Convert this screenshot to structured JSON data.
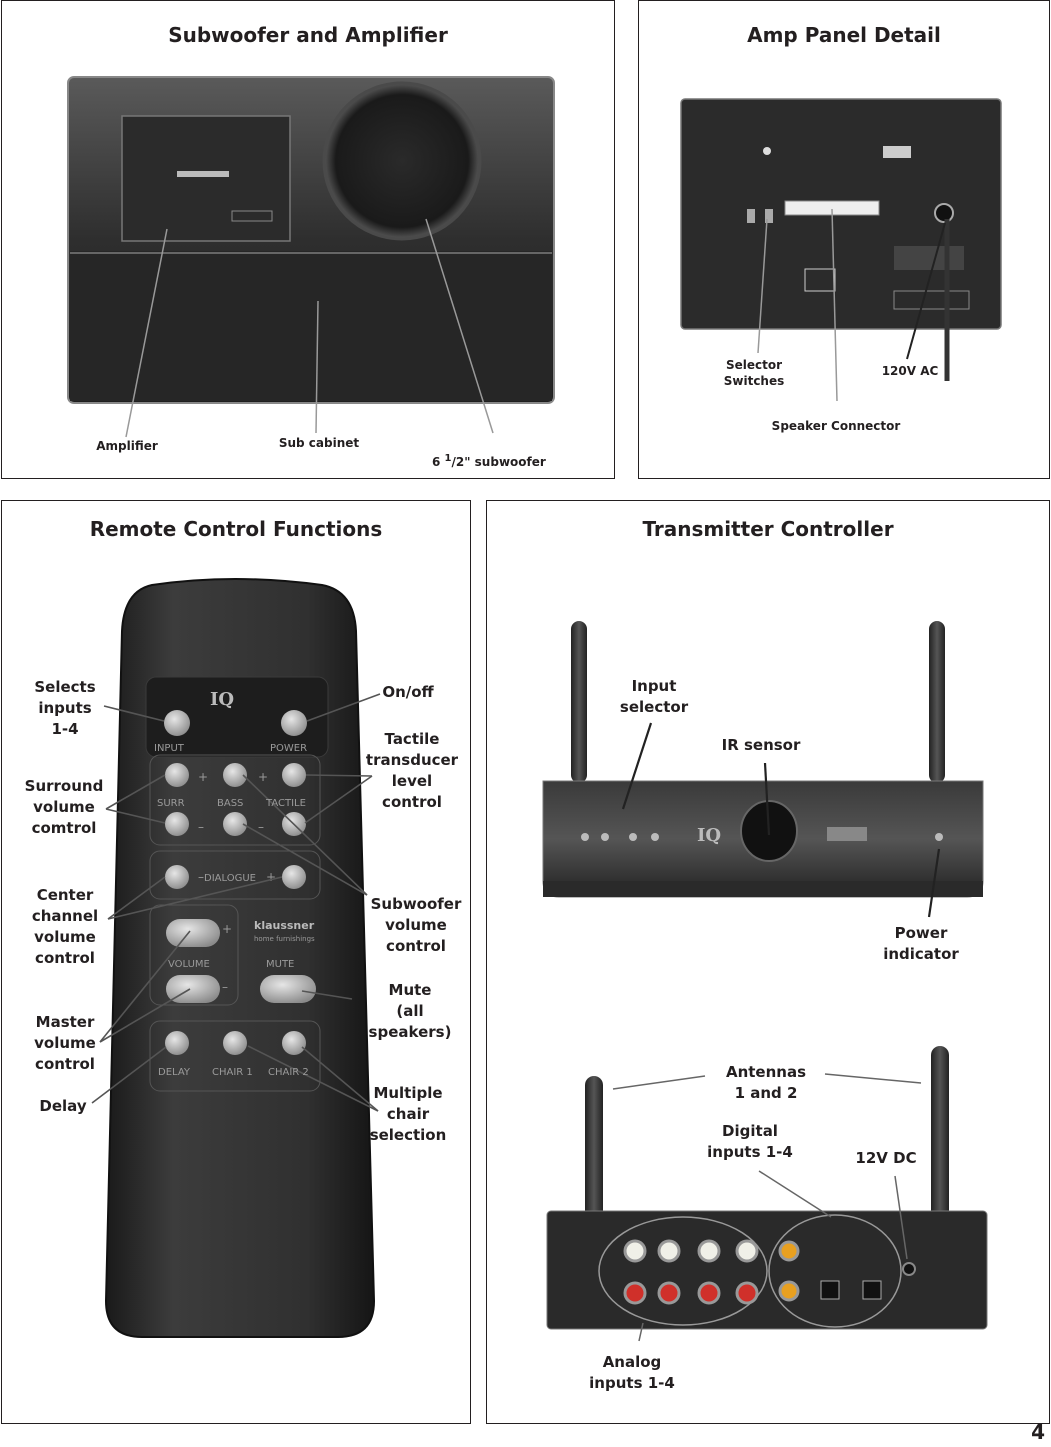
{
  "panels": {
    "subwoofer": {
      "title": "Subwoofer and Amplifier",
      "labels": {
        "amplifier": "Amplifier",
        "sub_cabinet": "Sub cabinet",
        "subwoofer_prefix": "6 ",
        "subwoofer_sup": "1",
        "subwoofer_suffix": "/2\" subwoofer"
      }
    },
    "amp_panel": {
      "title": "Amp Panel Detail",
      "labels": {
        "selector_switches": "Selector\nSwitches",
        "ac": "120V AC",
        "speaker_connector": "Speaker Connector"
      }
    },
    "remote": {
      "title": "Remote Control Functions",
      "labels": {
        "selects_inputs": "Selects\ninputs\n1-4",
        "on_off": "On/off",
        "tactile": "Tactile\ntransducer\nlevel\ncontrol",
        "surround": "Surround\nvolume\ncomtrol",
        "center": "Center\nchannel\nvolume\ncontrol",
        "subwoofer_volume": "Subwoofer\nvolume\ncontrol",
        "mute": "Mute\n(all\nspeakers)",
        "master": "Master\nvolume\ncontrol",
        "delay": "Delay",
        "multiple_chair": "Multiple\nchair\nselection"
      },
      "buttons": {
        "input": "INPUT",
        "power": "POWER",
        "surr": "SURR",
        "bass": "BASS",
        "tactile": "TACTILE",
        "dialogue": "DIALOGUE",
        "volume": "VOLUME",
        "mute": "MUTE",
        "delay": "DELAY",
        "chair1": "CHAIR 1",
        "chair2": "CHAIR 2",
        "brand": "klaussner",
        "brand_sub": "home furnishings"
      }
    },
    "transmitter": {
      "title": "Transmitter Controller",
      "labels": {
        "input_selector": "Input\nselector",
        "ir_sensor": "IR sensor",
        "power_indicator": "Power\nindicator",
        "antennas": "Antennas\n1 and 2",
        "digital_inputs": "Digital\ninputs 1-4",
        "dc": "12V DC",
        "analog_inputs": "Analog\ninputs 1-4"
      }
    }
  },
  "page_number": "4"
}
